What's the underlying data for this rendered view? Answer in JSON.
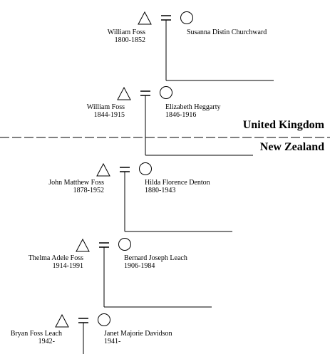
{
  "generations": [
    {
      "father": {
        "name": "William Foss",
        "years": "1800-1852"
      },
      "mother": {
        "name": "Susanna Distin Churchward",
        "years": ""
      }
    },
    {
      "father": {
        "name": "William Foss",
        "years": "1844-1915"
      },
      "mother": {
        "name": "Elizabeth Heggarty",
        "years": "1846-1916"
      }
    },
    {
      "father": {
        "name": "John Matthew Foss",
        "years": "1878-1952"
      },
      "mother": {
        "name": "Hilda Florence Denton",
        "years": "1880-1943"
      }
    },
    {
      "father": {
        "name": "Thelma Adele Foss",
        "years": "1914-1991"
      },
      "mother": {
        "name": "Bernard Joseph Leach",
        "years": "1906-1984"
      }
    },
    {
      "father": {
        "name": "Bryan Foss Leach",
        "years": "1942-"
      },
      "mother": {
        "name": "Janet Majorie Davidson",
        "years": "1941-"
      }
    }
  ],
  "regions": {
    "upper": "United Kingdom",
    "lower": "New Zealand"
  },
  "symbols": {
    "male": "triangle",
    "female": "circle",
    "marriage": "double-line-equals"
  }
}
